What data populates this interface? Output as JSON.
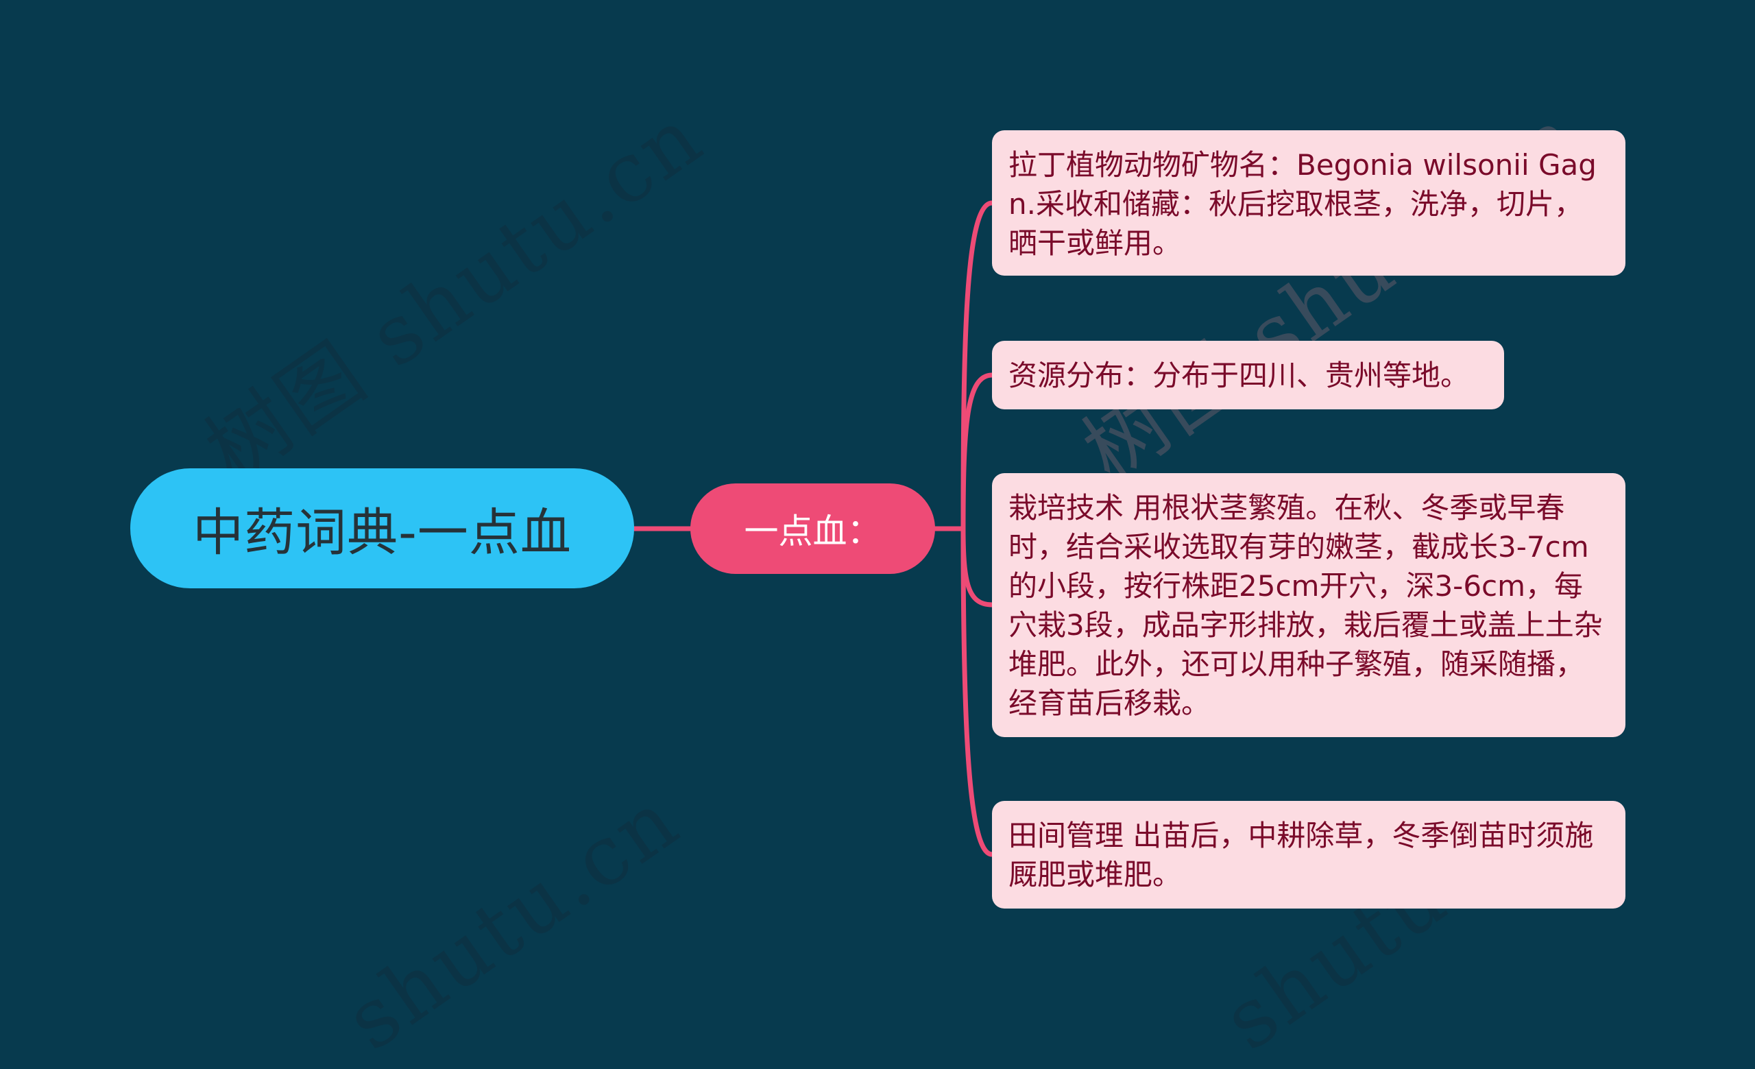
{
  "mindmap": {
    "root": {
      "label": "中药词典-一点血",
      "color": "#2DC3F5",
      "text_color": "#263238"
    },
    "branch": {
      "label": "一点血：",
      "color": "#EE4B76",
      "text_color": "#FFFFFF"
    },
    "leaves": [
      {
        "label": "拉丁植物动物矿物名：Begonia wilsonii Gagn.采收和储藏：秋后挖取根茎，洗净，切片，晒干或鲜用。"
      },
      {
        "label": "资源分布：分布于四川、贵州等地。"
      },
      {
        "label": "栽培技术 用根状茎繁殖。在秋、冬季或早春时，结合采收选取有芽的嫩茎，截成长3-7cm的小段，按行株距25cm开穴，深3-6cm，每穴栽3段，成品字形排放，栽后覆土或盖上土杂堆肥。此外，还可以用种子繁殖，随采随播，经育苗后移栽。"
      },
      {
        "label": "田间管理 出苗后，中耕除草，冬季倒苗时须施厩肥或堆肥。"
      }
    ],
    "leaf_color": "#FCDCE2",
    "leaf_text_color": "#7A0A2A",
    "connector_color": "#EE4B76",
    "background_color": "#073A4E"
  },
  "watermarks": [
    "树图 shutu.cn",
    "树图 shutu.cn",
    "shutu.cn",
    "shutu.cn"
  ]
}
